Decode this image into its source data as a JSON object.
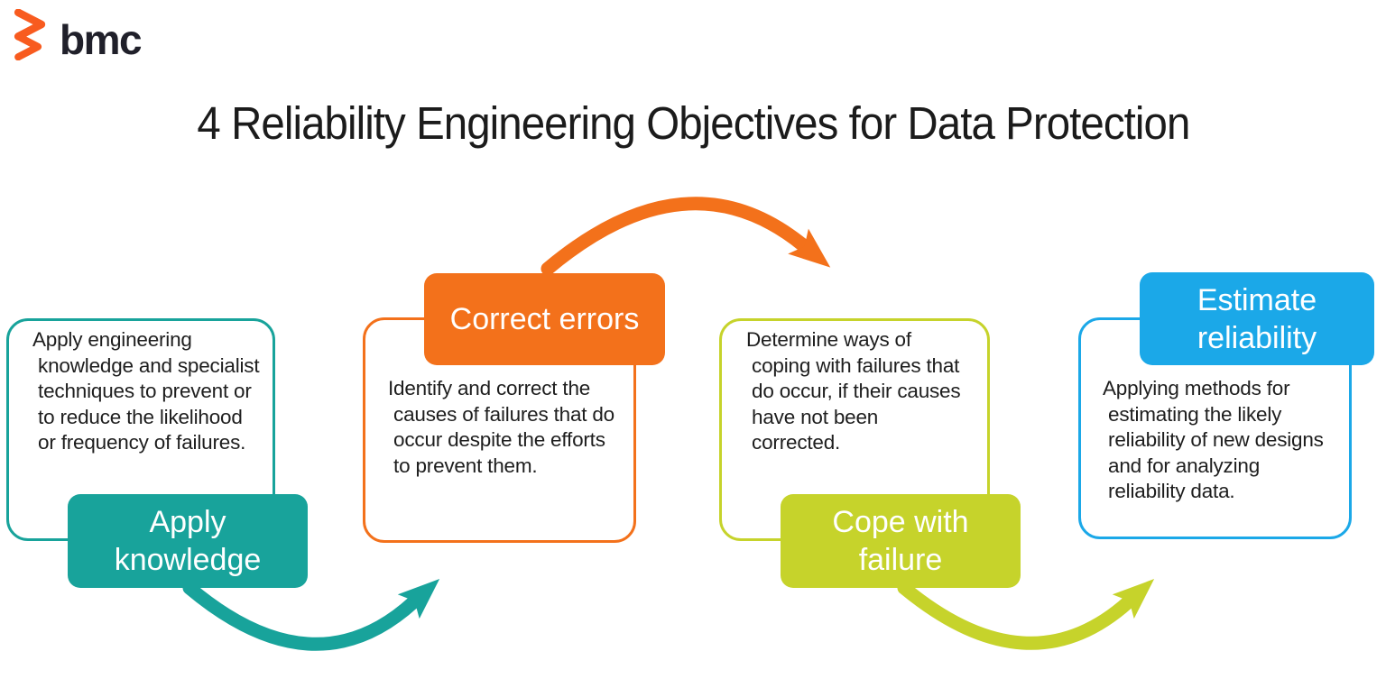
{
  "logo": {
    "wordmark": "bmc",
    "symbol": "bmc-chevrons-icon"
  },
  "title": "4 Reliability Engineering Objectives for Data Protection",
  "colors": {
    "teal": "#18A39B",
    "orange": "#F3711B",
    "lime": "#C6D32B",
    "blue": "#1BA8E8",
    "logo_orange": "#F85B1F",
    "text": "#1E1E1E"
  },
  "objectives": [
    {
      "label": "Apply\nknowledge",
      "description": "Apply engineering\n knowledge and specialist\n techniques to prevent or\n to reduce the likelihood\n or frequency of failures.",
      "color": "#18A39B",
      "label_position": "bottom"
    },
    {
      "label": "Correct errors",
      "description": "Identify and correct the\n causes of failures that do\n occur despite the efforts\n to prevent them.",
      "color": "#F3711B",
      "label_position": "top"
    },
    {
      "label": "Cope with\nfailure",
      "description": "Determine ways of\n coping with failures that\n do occur, if their causes\n have not been\n corrected.",
      "color": "#C6D32B",
      "label_position": "bottom"
    },
    {
      "label": "Estimate\nreliability",
      "description": "Applying methods for\n estimating the likely\n reliability of new designs\n and for analyzing\n reliability data.",
      "color": "#1BA8E8",
      "label_position": "top"
    }
  ],
  "arrows": [
    {
      "name": "arrow-apply-to-correct",
      "color": "#18A39B",
      "curve": "bottom"
    },
    {
      "name": "arrow-correct-to-cope",
      "color": "#F3711B",
      "curve": "top"
    },
    {
      "name": "arrow-cope-to-estimate",
      "color": "#C6D32B",
      "curve": "bottom"
    }
  ]
}
